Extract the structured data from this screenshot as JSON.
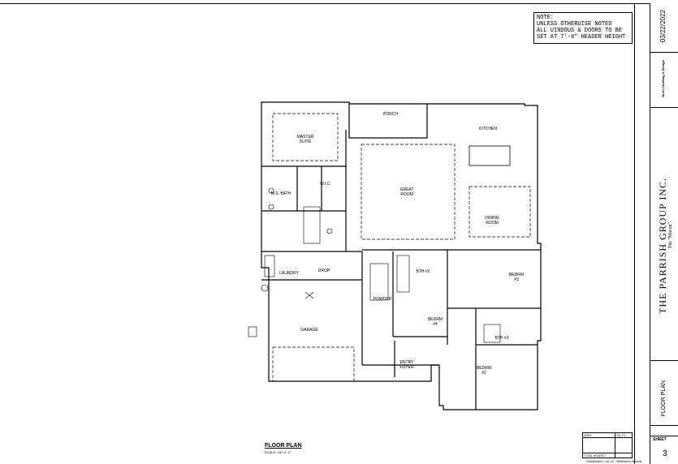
{
  "note": {
    "text": "NOTE:\nUNLESS OTHERUISE NOTED\nALL UINDOUS & DOORS TO BE\nSET AT 7'-8\" HEADER HEIGHT"
  },
  "rooms": {
    "porch": "PORCH",
    "kitchen": "KITCHEN",
    "master_suite": "MASTER\nSUITE",
    "great_room": "GREAT\nROOM",
    "ms_bath": "M.S. BATH",
    "wic": "W.I.C.",
    "dining_room": "DINING\nROOM",
    "laundry": "LAUNDRY",
    "drop": "DROP",
    "bth2": "BTH #2",
    "bedrm3": "BEDRM\n#3",
    "powder": "POWDER",
    "garage": "GARAGE",
    "bedrm4": "BEDRM\n#4",
    "bth3": "BTH #3",
    "bedrm2": "BEDRM\n#2",
    "entry": "ENTRY\nFOYER"
  },
  "caption": {
    "title": "FLOOR PLAN",
    "scale": "SCALE: 1/8\"=1'-0\""
  },
  "title_block": {
    "date": "03/22/2022",
    "firm": "Bull's Drafting & Design",
    "company": "THE PARRISH GROUP INC.",
    "model": "The \"Macon\"",
    "sheet_title": "FLOOR PLAN",
    "sheet_label": "SHEET",
    "sheet_number": "3"
  },
  "area_table": {
    "header": [
      "AREA",
      "SQ. FT."
    ],
    "total_label": "TOTAL HEATED",
    "footer": "Subdivision: Lot 12 - Bellhaven Woods"
  }
}
